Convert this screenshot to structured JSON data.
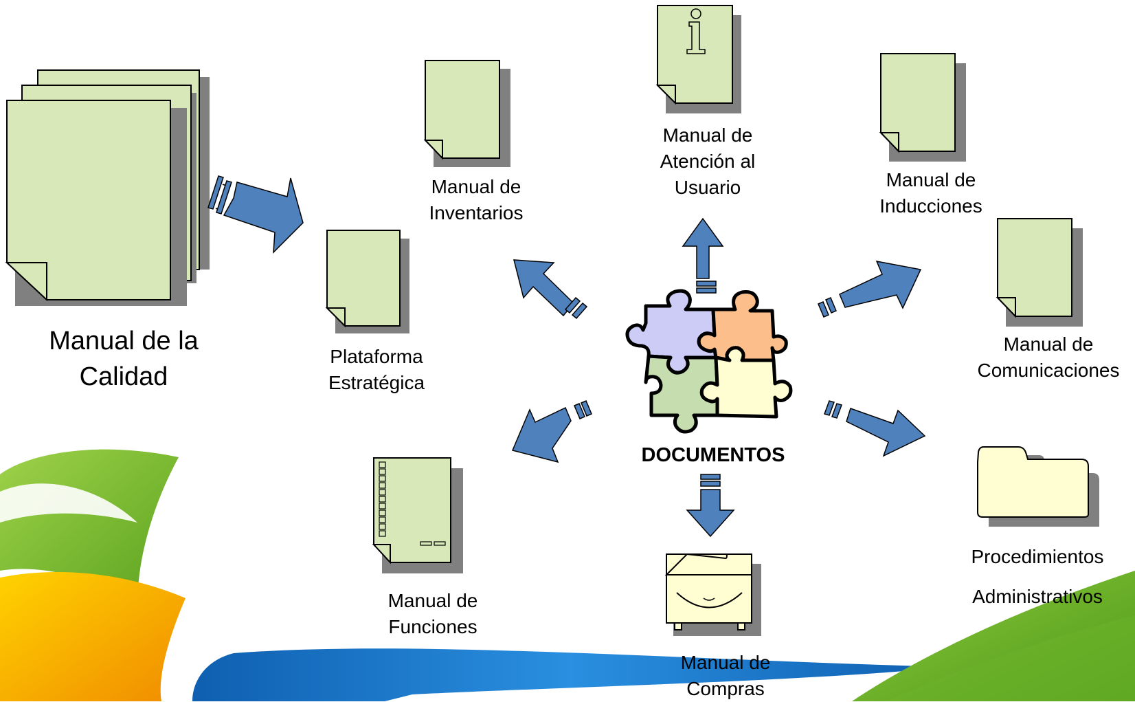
{
  "center_label": "DOCUMENTOS",
  "nodes": {
    "calidad": [
      "Manual de la",
      "Calidad"
    ],
    "plataforma": [
      "Plataforma",
      "Estratégica"
    ],
    "inventarios": [
      "Manual de",
      "Inventarios"
    ],
    "atencion": [
      "Manual de",
      "Atención al",
      "Usuario"
    ],
    "inducciones": [
      "Manual de",
      "Inducciones"
    ],
    "comunicaciones": [
      "Manual de",
      "Comunicaciones"
    ],
    "procedimientos": [
      "Procedimientos",
      "Administrativos"
    ],
    "compras": [
      "Manual de",
      "Compras"
    ],
    "funciones": [
      "Manual de",
      "Funciones"
    ]
  },
  "colors": {
    "doc_fill": "#d8e8b8",
    "shadow": "#808080",
    "arrow": "#4f81bd",
    "puzzle_purple": "#ccccf6",
    "puzzle_orange": "#fcbf8c",
    "puzzle_green": "#c6ddb0",
    "puzzle_yellow": "#fffdd2",
    "folder_fill": "#fffdd2",
    "swoosh_green": "#7cbd28",
    "swoosh_orange": "#f5a800",
    "swoosh_blue": "#1e77c8"
  }
}
